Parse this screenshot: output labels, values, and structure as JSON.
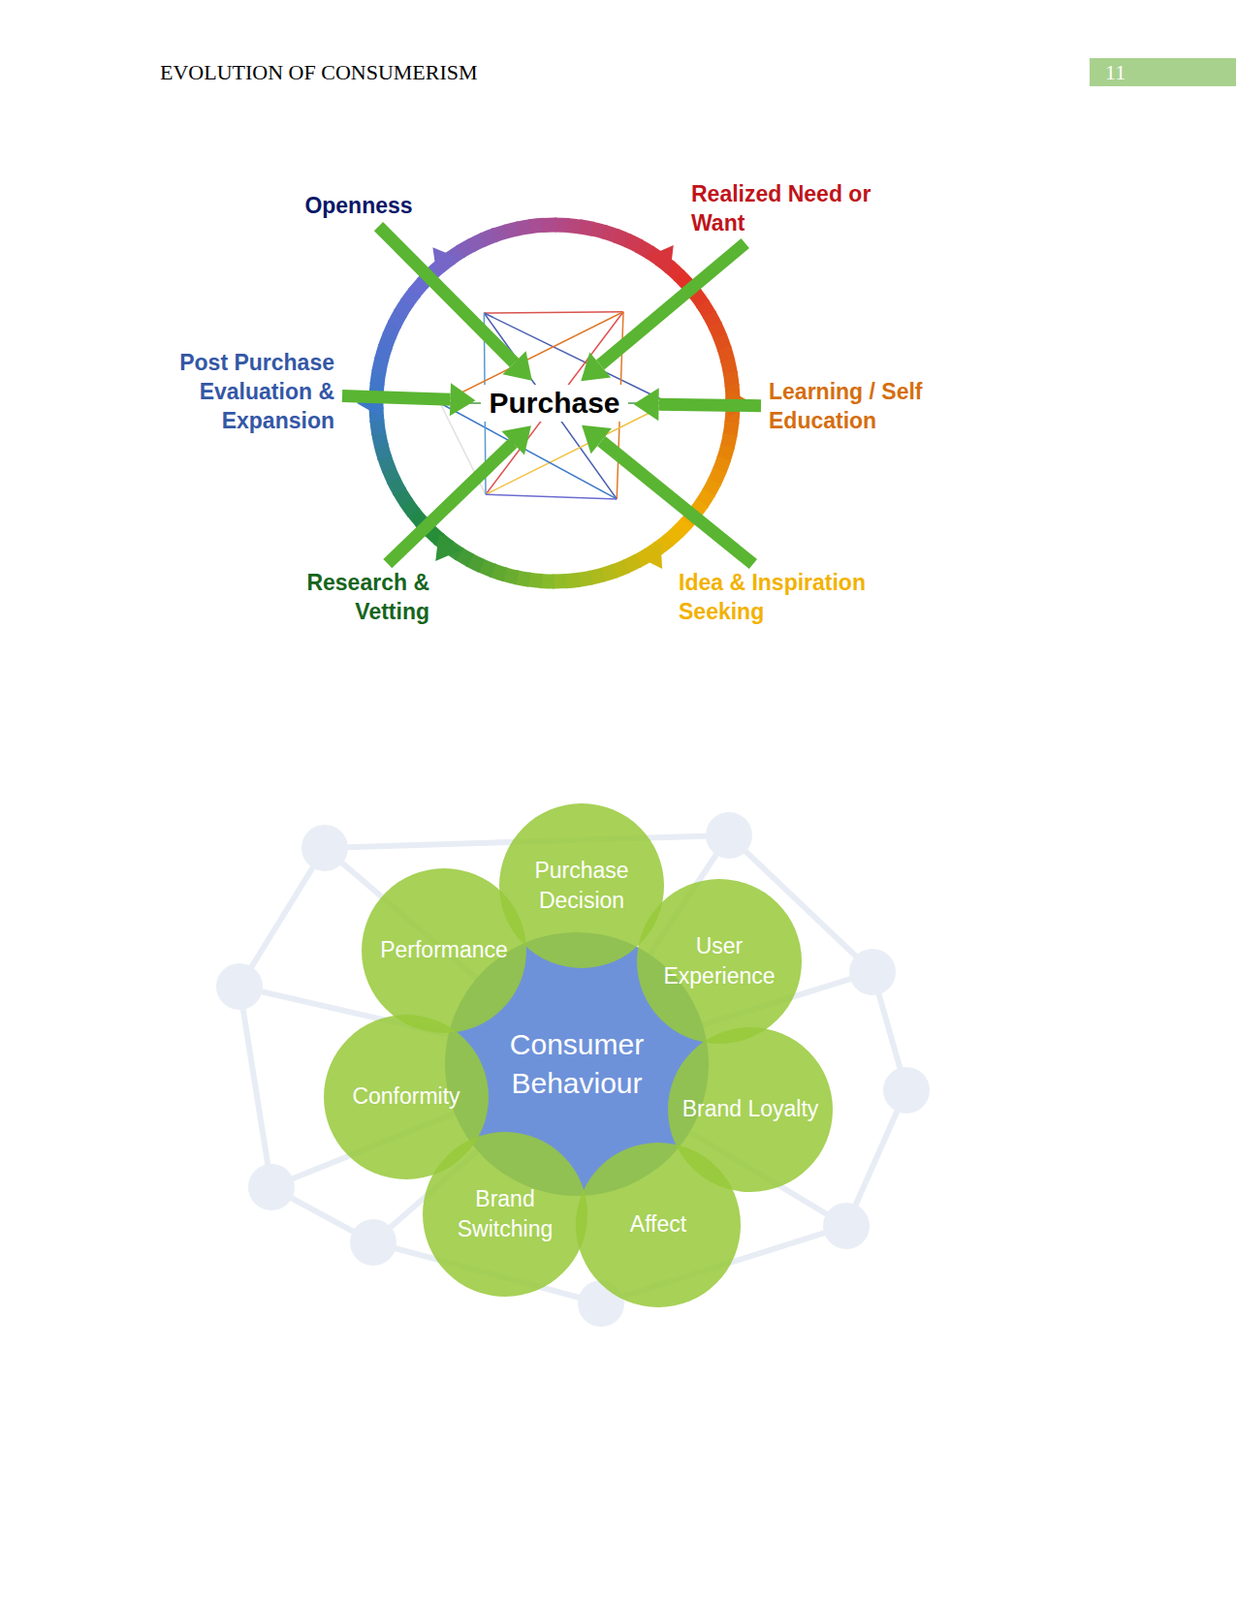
{
  "diagram": {
    "nodes": [
      {
        "text": [
          "Openness"
        ]
      },
      {
        "text": [
          "Realized Need or Want"
        ]
      },
      {
        "text": [
          "Learning / Self Education"
        ]
      },
      {
        "text": [
          "Idea & Inspiration Seeking"
        ]
      },
      {
        "text": [
          "Research & Vetting"
        ]
      },
      {
        "text": [
          "Post Purchase Evaluation & Expansion"
        ]
      },
      {
        "text": [
          "Purchase"
        ]
      },
      {
        "text": [
          "Consumer Behaviour"
        ]
      },
      {
        "text": [
          "Purchase Decision"
        ]
      },
      {
        "text": [
          "User Experience"
        ]
      },
      {
        "text": [
          "Brand Loyalty"
        ]
      },
      {
        "text": [
          "Affect"
        ]
      },
      {
        "text": [
          "Brand Switching"
        ]
      },
      {
        "text": [
          "Conformity"
        ]
      },
      {
        "text": [
          "Performance"
        ]
      }
    ],
    "edges": [
      {
        "from": 0,
        "to": 6,
        "arrow": "to"
      },
      {
        "from": 1,
        "to": 6,
        "arrow": "to"
      },
      {
        "from": 2,
        "to": 6,
        "arrow": "to"
      },
      {
        "from": 3,
        "to": 6,
        "arrow": "to"
      },
      {
        "from": 4,
        "to": 6,
        "arrow": "to"
      },
      {
        "from": 5,
        "to": 6,
        "arrow": "to"
      }
    ],
    "labels": [
      "EVOLUTION OF CONSUMERISM",
      "11"
    ]
  }
}
